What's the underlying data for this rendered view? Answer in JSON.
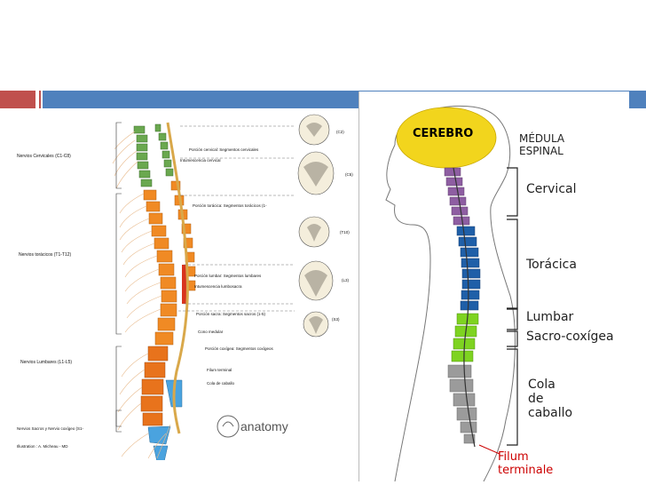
{
  "colors": {
    "bar_orange": "#c0504d",
    "bar_blue": "#4f81bd",
    "cervical_green": "#6aa84f",
    "thoracic_orange": "#f08a24",
    "lumbar_red": "#d8341e",
    "sacral_blue": "#4aa3df",
    "brain_yellow": "#f2d51d",
    "r_cervical_purple": "#8e5ea2",
    "r_thoracic_blue": "#1f5fa8",
    "r_lumbar_green": "#7ed321",
    "r_cauda_gray": "#9b9b9b"
  },
  "left_diagram": {
    "nerve_labels": [
      "Nervios Cervicales (C1-C8)",
      "Nervios torácicos (T1-T12)",
      "Nervios Lumbares (L1-L5)",
      "Nervios Sacros y Nervio coxígeo (S1-"
    ],
    "region_labels": [
      "Porción cervical: Segmentos cervicales",
      "Intumescencia cervical",
      "Porción torácica: Segmentos torácicos (1-",
      "Porción lumbar: Segmentos lumbares",
      "Intumescencia lumbosacra",
      "Porción sacra: Segmentos sacros (1-5)",
      "Cono medular",
      "Porción coxígea: Segmentos coxígeos",
      "Filum terminal",
      "Cola de caballo"
    ],
    "section_labels": [
      "(C2)",
      "(C5)",
      "(T10)",
      "(L3)",
      "(S3)"
    ],
    "credit": "Illustration : A. Micheau - MD",
    "logo": "anatomy"
  },
  "right_diagram": {
    "brain_label": "CEREBRO",
    "spine_label_1": "MÉDULA",
    "spine_label_2": "ESPINAL",
    "regions": [
      "Cervical",
      "Torácica",
      "Lumbar",
      "Sacro-coxígea"
    ],
    "cauda": [
      "Cola",
      "de",
      "caballo"
    ],
    "filum_1": "Filum",
    "filum_2": "terminale"
  }
}
